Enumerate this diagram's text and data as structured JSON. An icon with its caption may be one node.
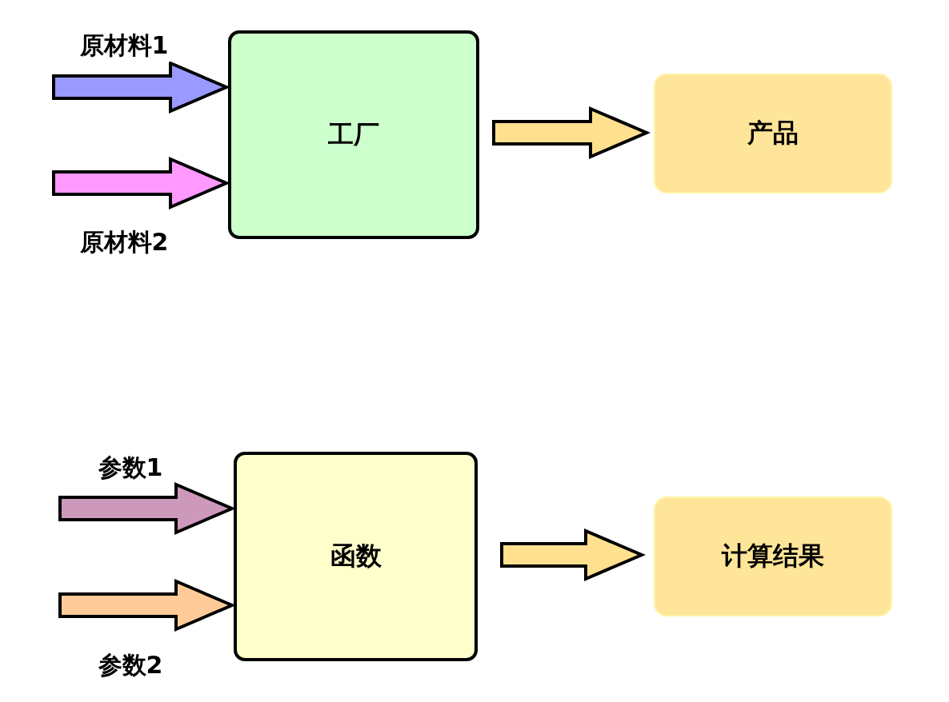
{
  "diagram": {
    "nodes": [
      {
        "text": [
          "工厂"
        ]
      },
      {
        "text": [
          "产品"
        ]
      },
      {
        "text": [
          "函数"
        ]
      },
      {
        "text": [
          "计算结果"
        ]
      }
    ],
    "edges": [
      {
        "from": null,
        "to": 0,
        "arrow": "to",
        "label": "原材料1",
        "color": "#9999ff"
      },
      {
        "from": null,
        "to": 0,
        "arrow": "to",
        "label": "原材料2",
        "color": "#ff99ff"
      },
      {
        "from": 0,
        "to": 1,
        "arrow": "to",
        "color": "#ffe08f"
      },
      {
        "from": null,
        "to": 2,
        "arrow": "to",
        "label": "参数1",
        "color": "#cc99bb"
      },
      {
        "from": null,
        "to": 2,
        "arrow": "to",
        "label": "参数2",
        "color": "#ffcc99"
      },
      {
        "from": 2,
        "to": 3,
        "arrow": "to",
        "color": "#ffe08f"
      }
    ]
  }
}
